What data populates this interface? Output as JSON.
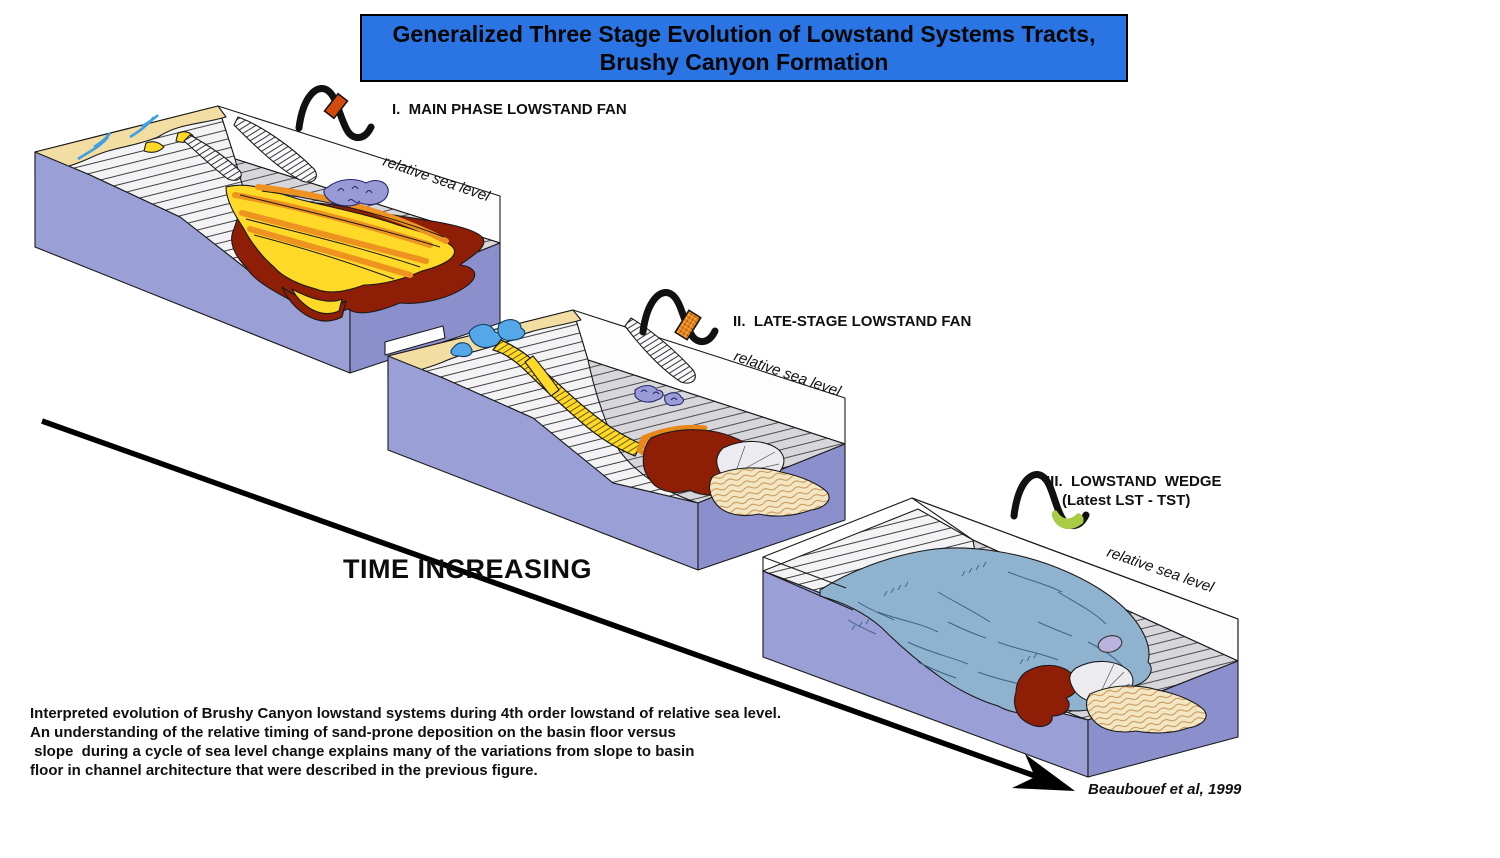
{
  "title": {
    "line1": "Generalized Three Stage Evolution of Lowstand Systems Tracts,",
    "line2": "Brushy Canyon Formation"
  },
  "stages": [
    {
      "id": "I",
      "label_text": "I.  MAIN PHASE LOWSTAND FAN",
      "sea_level_label": "relative sea level",
      "marker_style": "solid orange-red box on falling limb of sea-level curve"
    },
    {
      "id": "II",
      "label_text": "II.  LATE-STAGE LOWSTAND FAN",
      "sea_level_label": "relative sea level",
      "marker_style": "stippled orange box low on falling limb of sea-level curve"
    },
    {
      "id": "III",
      "label_text": "III.  LOWSTAND  WEDGE",
      "sublabel_text": "(Latest LST - TST)",
      "sea_level_label": "relative sea level",
      "marker_style": "green crescent at trough of sea-level curve"
    }
  ],
  "time_arrow_label": "TIME INCREASING",
  "caption_lines": [
    "Interpreted evolution of Brushy Canyon lowstand systems during 4th order lowstand of relative sea level.",
    "An understanding of the relative timing of sand-prone deposition on the basin floor versus",
    " slope  during a cycle of sea level change explains many of the variations from slope to basin",
    "floor in channel architecture that were described in the previous figure."
  ],
  "attribution": "Beaubouef et al, 1999",
  "colors": {
    "banner_blue": "#2b74e4",
    "block_side_lavender": "#9a9fd6",
    "coastal_plain_tan": "#f2dda2",
    "fan_yellow": "#ffd928",
    "channel_orange": "#ef9320",
    "distal_fringe_maroon": "#8e1e06",
    "mud_drape_blue": "#8fb2cf",
    "older_fan_cream": "#f3e6c3",
    "marker_orange": "#d24a10",
    "marker_green": "#a9cb45",
    "river_blue": "#3f9fe0"
  }
}
